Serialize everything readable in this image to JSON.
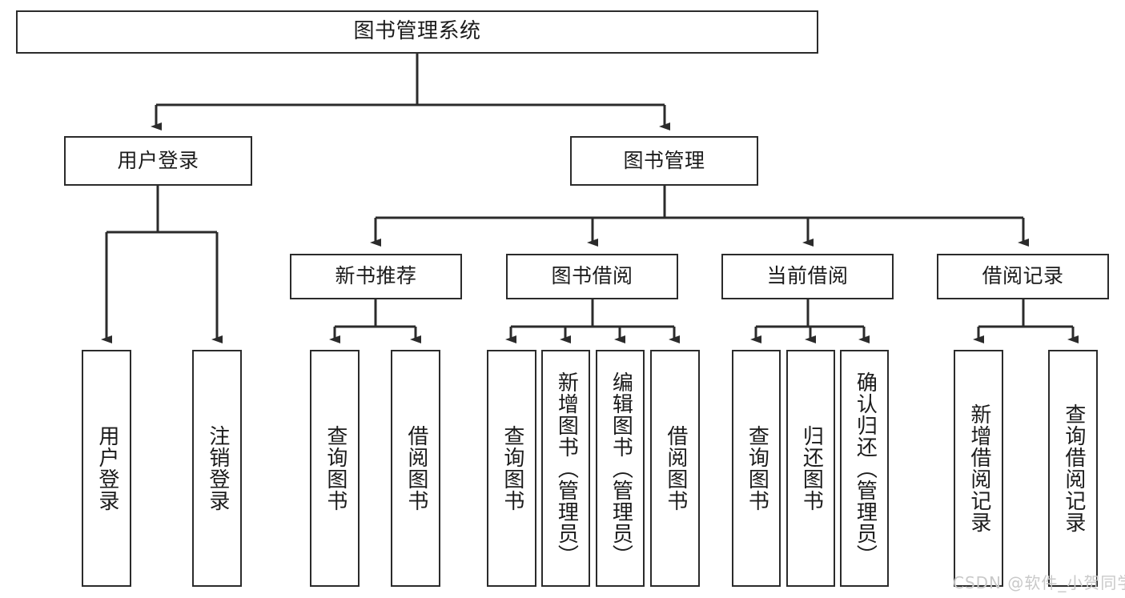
{
  "diagram": {
    "title": "图书管理系统",
    "type": "functional-structure-tree",
    "root": {
      "label": "图书管理系统"
    },
    "level2": [
      {
        "label": "用户登录"
      },
      {
        "label": "图书管理"
      }
    ],
    "level3": [
      {
        "label": "新书推荐"
      },
      {
        "label": "图书借阅"
      },
      {
        "label": "当前借阅"
      },
      {
        "label": "借阅记录"
      }
    ],
    "leaves": {
      "user_login": [
        {
          "label": "用户登录"
        },
        {
          "label": "注销登录"
        }
      ],
      "new_book_recommend": [
        {
          "label": "查询图书"
        },
        {
          "label": "借阅图书"
        }
      ],
      "book_borrow": [
        {
          "label": "查询图书"
        },
        {
          "label": "新增图书（管理员）"
        },
        {
          "label": "编辑图书（管理员）"
        },
        {
          "label": "借阅图书"
        }
      ],
      "current_borrow": [
        {
          "label": "查询图书"
        },
        {
          "label": "归还图书"
        },
        {
          "label": "确认归还（管理员）"
        }
      ],
      "borrow_record": [
        {
          "label": "新增借阅记录"
        },
        {
          "label": "查询借阅记录"
        }
      ]
    }
  },
  "watermark": {
    "text": "CSDN @软件_小贺同学"
  },
  "colors": {
    "stroke": "#2b2b2b",
    "box_fill": "#ffffff",
    "text": "#1b1b1b",
    "watermark": "#c9c9c9",
    "background": "#ffffff"
  }
}
